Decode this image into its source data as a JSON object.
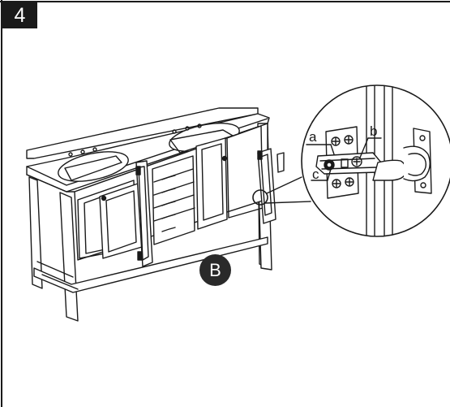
{
  "step": {
    "number": "4"
  },
  "callouts": {
    "part_b": "B"
  },
  "hinge_labels": {
    "a": "a",
    "b": "b",
    "c": "c"
  },
  "icons": {
    "vanity": "vanity-cabinet-icon",
    "hinge": "cabinet-hinge-icon",
    "magnifier": "detail-magnifier-icon"
  }
}
